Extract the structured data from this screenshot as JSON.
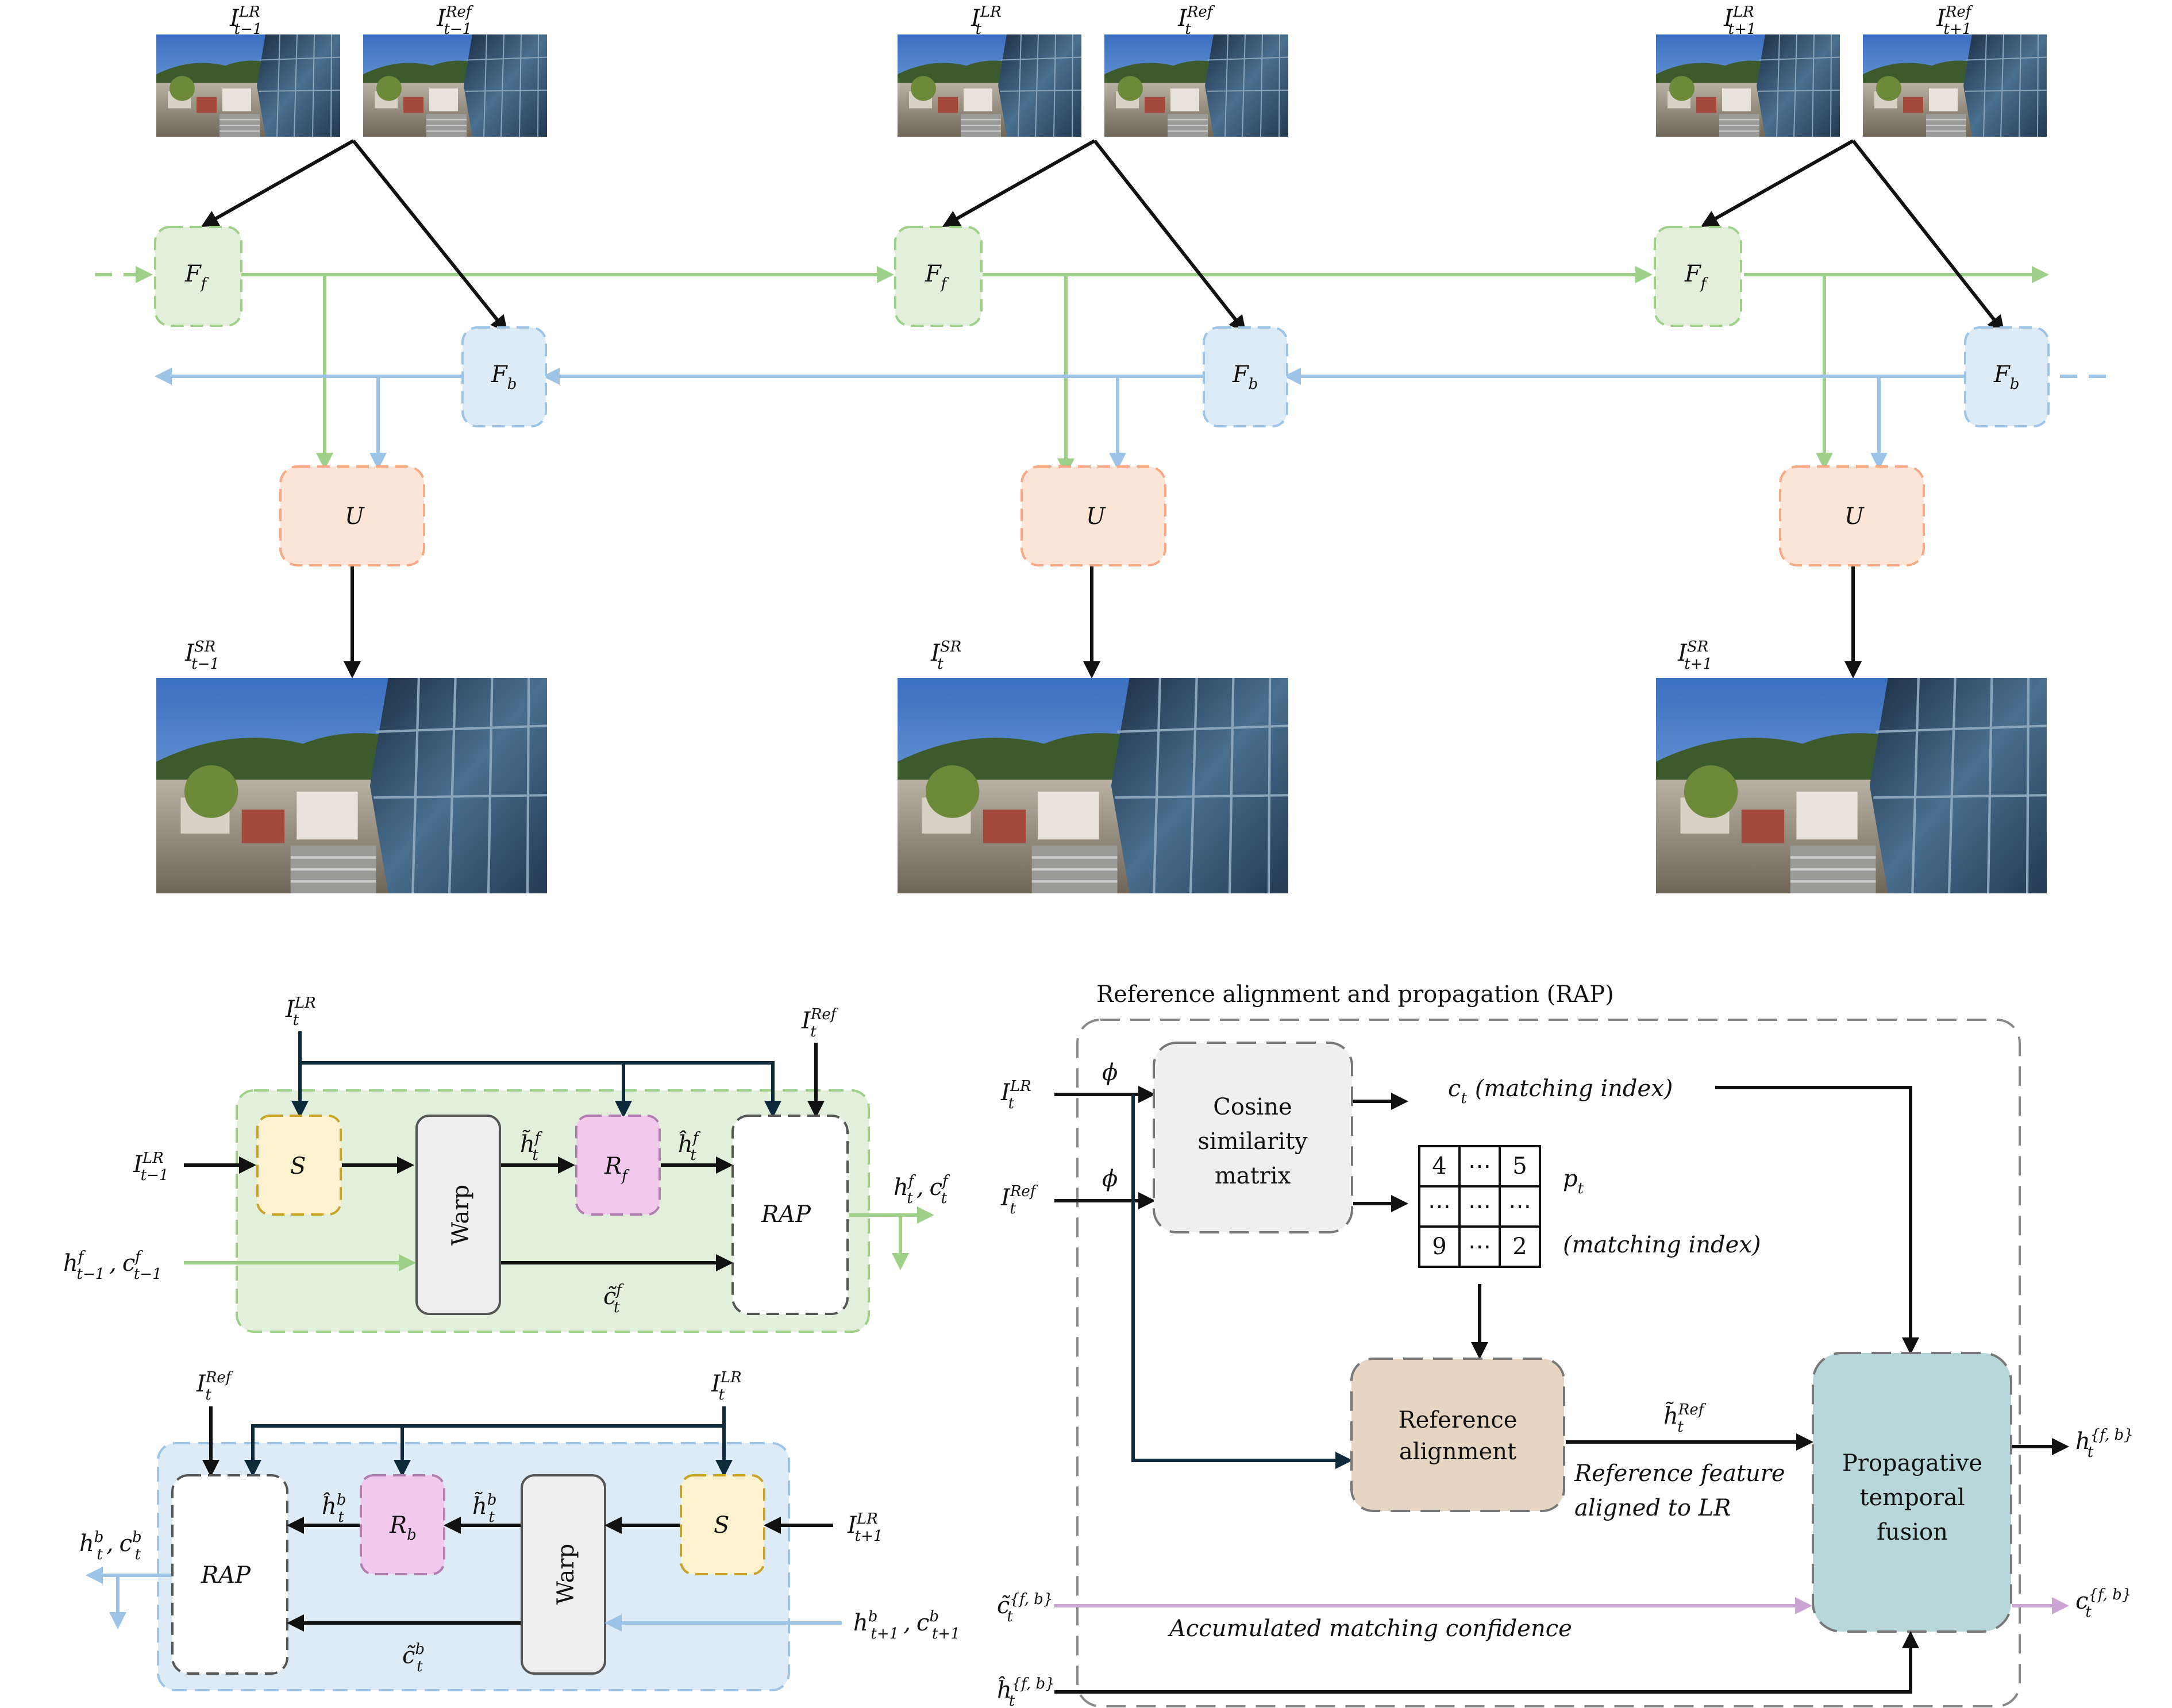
{
  "colors": {
    "forward_green": "#9ed08a",
    "backward_blue": "#9dc3e6",
    "upsample_orange": "#f8a882",
    "dark_navy": "#0d2a3a",
    "purple": "#c9a6d4",
    "warp_gray": "#d9d9d9",
    "panel_green_bg": "#e2efda",
    "panel_blue_bg": "#ddebf7"
  },
  "top_pipeline": {
    "columns": [
      {
        "lr_label": "I",
        "lr_sup": "LR",
        "lr_sub": "t−1",
        "ref_label": "I",
        "ref_sup": "Ref",
        "ref_sub": "t−1",
        "sr_label": "I",
        "sr_sup": "SR",
        "sr_sub": "t−1"
      },
      {
        "lr_label": "I",
        "lr_sup": "LR",
        "lr_sub": "t",
        "ref_label": "I",
        "ref_sup": "Ref",
        "ref_sub": "t",
        "sr_label": "I",
        "sr_sup": "SR",
        "sr_sub": "t"
      },
      {
        "lr_label": "I",
        "lr_sup": "LR",
        "lr_sub": "t+1",
        "ref_label": "I",
        "ref_sup": "Ref",
        "ref_sub": "t+1",
        "sr_label": "I",
        "sr_sup": "SR",
        "sr_sub": "t+1"
      }
    ],
    "ff_label": "F",
    "ff_sub": "f",
    "fb_label": "F",
    "fb_sub": "b",
    "u_label": "U"
  },
  "forward_panel": {
    "input_lr_top": {
      "main": "I",
      "sup": "LR",
      "sub": "t"
    },
    "input_ref_top": {
      "main": "I",
      "sup": "Ref",
      "sub": "t"
    },
    "input_lr_prev": {
      "main": "I",
      "sup": "LR",
      "sub": "t−1"
    },
    "input_h_prev": {
      "text": "h",
      "sup": "f",
      "sub": "t−1",
      "c": "c",
      "csup": "f",
      "csub": "t−1"
    },
    "s_label": "S",
    "warp_label": "Warp",
    "r_label": "R",
    "r_sub": "f",
    "rap_label": "RAP",
    "h_tilde": {
      "main": "h̃",
      "sup": "f",
      "sub": "t"
    },
    "h_hat": {
      "main": "ĥ",
      "sup": "f",
      "sub": "t"
    },
    "c_tilde": {
      "main": "c̃",
      "sup": "f",
      "sub": "t"
    },
    "output": {
      "h": "h",
      "hsup": "f",
      "hsub": "t",
      "c": "c",
      "csup": "f",
      "csub": "t"
    }
  },
  "backward_panel": {
    "input_ref_top": {
      "main": "I",
      "sup": "Ref",
      "sub": "t"
    },
    "input_lr_top": {
      "main": "I",
      "sup": "LR",
      "sub": "t"
    },
    "input_lr_next": {
      "main": "I",
      "sup": "LR",
      "sub": "t+1"
    },
    "input_h_next": {
      "h": "h",
      "hsup": "b",
      "hsub": "t+1",
      "c": "c",
      "csup": "b",
      "csub": "t+1"
    },
    "s_label": "S",
    "warp_label": "Warp",
    "r_label": "R",
    "r_sub": "b",
    "rap_label": "RAP",
    "h_hat": {
      "main": "ĥ",
      "sup": "b",
      "sub": "t"
    },
    "h_tilde": {
      "main": "h̃",
      "sup": "b",
      "sub": "t"
    },
    "c_tilde": {
      "main": "c̃",
      "sup": "b",
      "sub": "t"
    },
    "output": {
      "h": "h",
      "hsup": "b",
      "hsub": "t",
      "c": "c",
      "csup": "b",
      "csub": "t"
    }
  },
  "rap_panel": {
    "title": "Reference alignment and propagation (RAP)",
    "input_lr": {
      "main": "I",
      "sup": "LR",
      "sub": "t"
    },
    "input_ref": {
      "main": "I",
      "sup": "Ref",
      "sub": "t"
    },
    "phi": "ϕ",
    "cosine_box": [
      "Cosine",
      "similarity",
      "matrix"
    ],
    "c_label": "c",
    "c_sub": "t",
    "c_note": "(matching index)",
    "p_label": "p",
    "p_sub": "t",
    "p_note": "(matching index)",
    "grid": [
      "4",
      "⋯",
      "5",
      "⋯",
      "⋯",
      "⋯",
      "9",
      "⋯",
      "2"
    ],
    "ref_align_box": [
      "Reference",
      "alignment"
    ],
    "h_ref": {
      "main": "h̃",
      "sup": "Ref",
      "sub": "t"
    },
    "ref_feat_note": [
      "Reference feature",
      "aligned to LR"
    ],
    "fusion_box": [
      "Propagative",
      "temporal",
      "fusion"
    ],
    "out_h": {
      "main": "h",
      "sup": "{f, b}",
      "sub": "t"
    },
    "out_c": {
      "main": "c",
      "sup": "{f, b}",
      "sub": "t"
    },
    "in_c": {
      "main": "c̃",
      "sup": "{f, b}",
      "sub": "t"
    },
    "in_h": {
      "main": "ĥ",
      "sup": "{f, b}",
      "sub": "t"
    },
    "acc_note": "Accumulated matching confidence"
  }
}
